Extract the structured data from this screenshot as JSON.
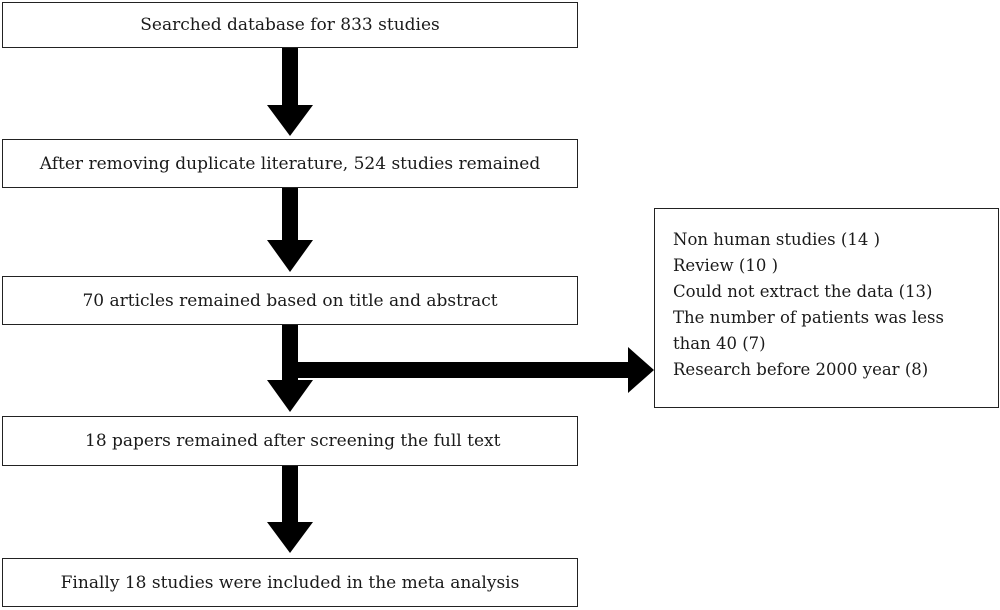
{
  "flow": {
    "stage1": "Searched database for 833 studies",
    "stage2": "After removing duplicate literature, 524 studies remained",
    "stage3": "70 articles remained based on title and abstract",
    "stage4": "18 papers remained after screening the full text",
    "stage5": "Finally 18 studies were included in the meta analysis"
  },
  "exclusions": {
    "lines": [
      "Non human studies (14 )",
      "Review (10 )",
      "Could not extract the data (13)",
      "The number of patients was less",
      "than 40 (7)",
      "Research before 2000 year (8)"
    ]
  },
  "colors": {
    "arrow": "#000000",
    "border": "#222222"
  }
}
